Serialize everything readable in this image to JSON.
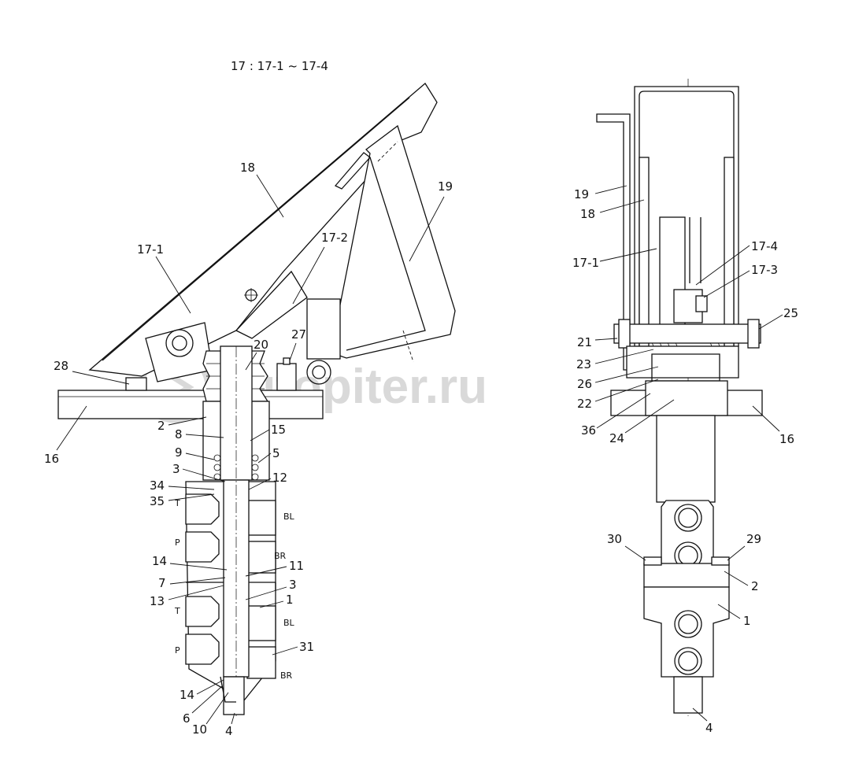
{
  "header": {
    "note": "17 : 17-1 ~ 17-4"
  },
  "watermark": {
    "text": "autopiter.ru"
  },
  "left_view": {
    "labels": [
      "18",
      "19",
      "17-1",
      "17-2",
      "20",
      "27",
      "28",
      "16",
      "2",
      "8",
      "15",
      "9",
      "5",
      "3",
      "12",
      "34",
      "35",
      "14",
      "11",
      "7",
      "3",
      "13",
      "1",
      "31",
      "14",
      "6",
      "10",
      "4"
    ],
    "ports": [
      "T",
      "P",
      "T",
      "P",
      "BL",
      "BR",
      "BL",
      "BR"
    ]
  },
  "right_view": {
    "labels": [
      "19",
      "18",
      "17-1",
      "17-4",
      "17-3",
      "25",
      "21",
      "23",
      "26",
      "22",
      "36",
      "24",
      "16",
      "30",
      "29",
      "2",
      "1",
      "4"
    ]
  }
}
